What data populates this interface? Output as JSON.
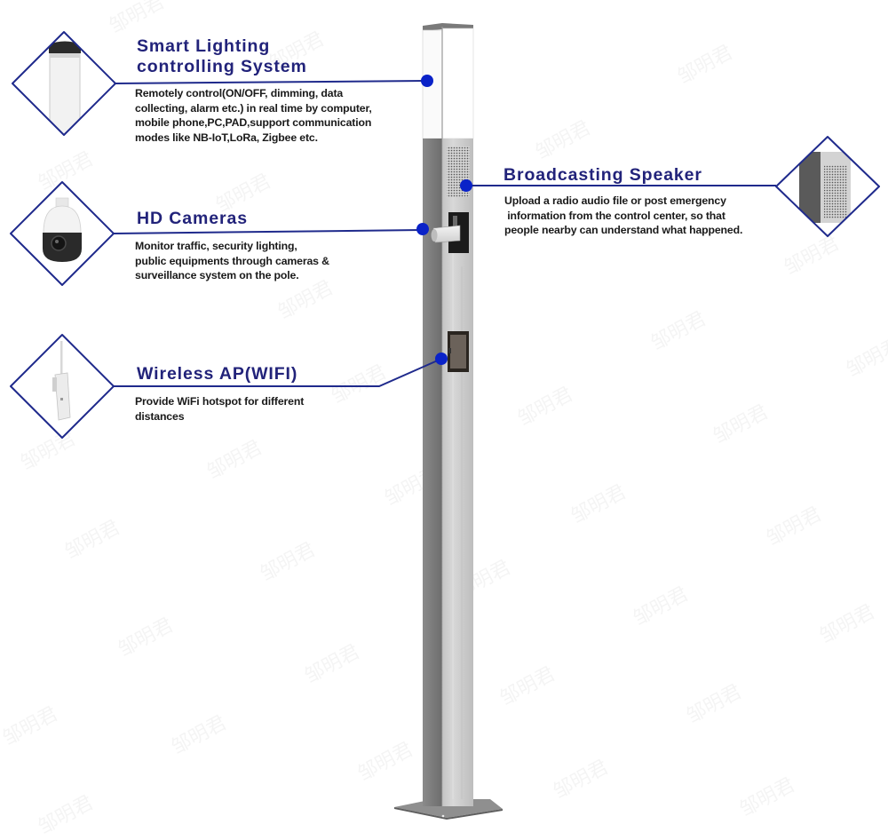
{
  "colors": {
    "heading": "#22237a",
    "connector_line": "#1f2a8c",
    "dot": "#0a22c8",
    "diamond_border": "#1f2a8c",
    "body_text": "#1a1a1a"
  },
  "watermark_text": "邹明君",
  "features": [
    {
      "id": "smart-lighting",
      "icon": "lamp-head-icon",
      "title_lines": [
        "Smart Lighting",
        "controlling System"
      ],
      "description": "Remotely control(ON/OFF, dimming, data\ncollecting, alarm etc.) in real time by computer,\nmobile phone,PC,PAD,support communication\nmodes like NB-IoT,LoRa, Zigbee etc."
    },
    {
      "id": "hd-cameras",
      "icon": "ptz-camera-icon",
      "title_lines": [
        "HD Cameras"
      ],
      "description": "Monitor traffic, security lighting,\npublic equipments through cameras &\nsurveillance system on the pole."
    },
    {
      "id": "wireless-ap",
      "icon": "wifi-access-point-icon",
      "title_lines": [
        "Wireless AP(WIFI)"
      ],
      "description": "Provide WiFi hotspot for different\ndistances"
    },
    {
      "id": "broadcasting-speaker",
      "icon": "speaker-icon",
      "title_lines": [
        "Broadcasting Speaker"
      ],
      "description": "Upload a radio audio file or post emergency\n information from the control center, so that\npeople nearby can understand what happened."
    }
  ],
  "diagram": {
    "subject": "smart-pole",
    "connections": [
      {
        "feature": "smart-lighting",
        "anchor": "lamp-head",
        "dot": [
          481,
          91
        ]
      },
      {
        "feature": "broadcasting-speaker",
        "anchor": "speaker-grille",
        "dot": [
          525,
          209
        ]
      },
      {
        "feature": "hd-cameras",
        "anchor": "camera-mount",
        "dot": [
          476,
          258
        ]
      },
      {
        "feature": "wireless-ap",
        "anchor": "ap-module",
        "dot": [
          497,
          404
        ]
      }
    ]
  }
}
